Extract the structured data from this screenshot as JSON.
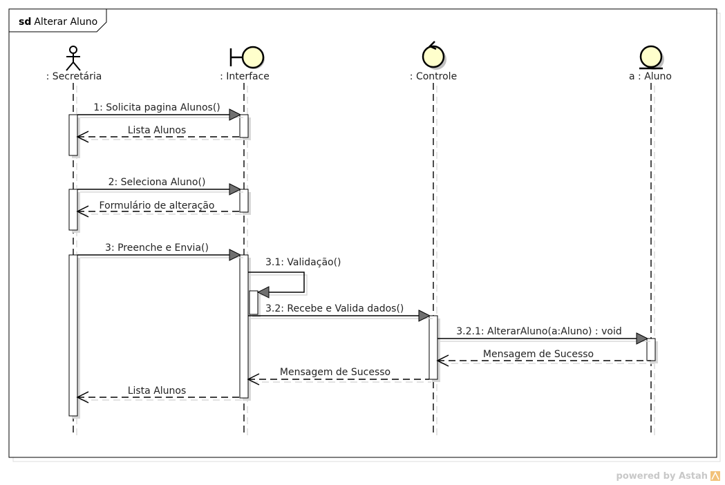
{
  "frame": {
    "keyword": "sd",
    "name": "Alterar Aluno"
  },
  "lifelines": [
    {
      "id": "secretaria",
      "kind": "actor",
      "label": ": Secretária"
    },
    {
      "id": "interface",
      "kind": "boundary",
      "label": ": Interface"
    },
    {
      "id": "controle",
      "kind": "control",
      "label": ": Controle"
    },
    {
      "id": "aluno",
      "kind": "entity",
      "label": "a : Aluno"
    }
  ],
  "messages": [
    {
      "label": "1: Solicita pagina Alunos()",
      "from": "secretaria",
      "to": "interface",
      "kind": "sync"
    },
    {
      "label": "Lista Alunos",
      "from": "interface",
      "to": "secretaria",
      "kind": "reply"
    },
    {
      "label": "2: Seleciona Aluno()",
      "from": "secretaria",
      "to": "interface",
      "kind": "sync"
    },
    {
      "label": "Formulário de alteração",
      "from": "interface",
      "to": "secretaria",
      "kind": "reply"
    },
    {
      "label": "3: Preenche e Envia()",
      "from": "secretaria",
      "to": "interface",
      "kind": "sync"
    },
    {
      "label": "3.1: Validação()",
      "from": "interface",
      "to": "interface",
      "kind": "self"
    },
    {
      "label": "3.2: Recebe e Valida dados()",
      "from": "interface",
      "to": "controle",
      "kind": "sync"
    },
    {
      "label": "3.2.1: AlterarAluno(a:Aluno) : void",
      "from": "controle",
      "to": "aluno",
      "kind": "sync"
    },
    {
      "label": "Mensagem de Sucesso",
      "from": "aluno",
      "to": "controle",
      "kind": "reply"
    },
    {
      "label": "Mensagem de Sucesso",
      "from": "controle",
      "to": "interface",
      "kind": "reply"
    },
    {
      "label": "Lista Alunos",
      "from": "interface",
      "to": "secretaria",
      "kind": "reply"
    }
  ],
  "watermark": "powered by Astah",
  "colors": {
    "head_fill": "#ffffcc",
    "arrow_fill": "#707070",
    "line": "#000000",
    "shadow": "#d8d8d8"
  }
}
